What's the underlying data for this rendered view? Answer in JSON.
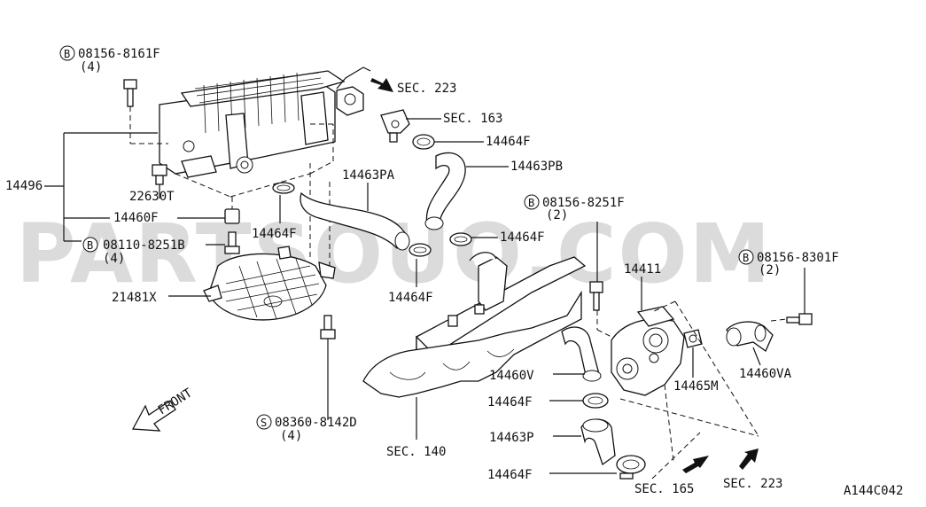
{
  "diagram": {
    "watermark": "PARTSOUQ.COM",
    "code": "A144C042",
    "front": "FRONT",
    "parts": {
      "b1": {
        "mark": "B",
        "num": "08156-8161F",
        "qty": "(4)"
      },
      "b2": {
        "mark": "B",
        "num": "08156-8251F",
        "qty": "(2)"
      },
      "b3": {
        "mark": "B",
        "num": "08156-8301F",
        "qty": "(2)"
      },
      "b4": {
        "mark": "B",
        "num": "08110-8251B",
        "qty": "(4)"
      },
      "s1": {
        "mark": "S",
        "num": "08360-8142D",
        "qty": "(4)"
      },
      "p14496": "14496",
      "p22630t": "22630T",
      "p14460f": "14460F",
      "p21481x": "21481X",
      "p14463pa": "14463PA",
      "p14464f_a": "14464F",
      "p14464f_b": "14464F",
      "p14463pb": "14463PB",
      "p14464f_c": "14464F",
      "p14464f_d": "14464F",
      "p14411": "14411",
      "p14460v": "14460V",
      "p14465m": "14465M",
      "p14460va": "14460VA",
      "p14464f_e": "14464F",
      "p14463p": "14463P",
      "p14464f_f": "14464F"
    },
    "sections": {
      "sec223a": "SEC. 223",
      "sec163": "SEC. 163",
      "sec140": "SEC. 140",
      "sec165": "SEC. 165",
      "sec223b": "SEC. 223"
    }
  }
}
